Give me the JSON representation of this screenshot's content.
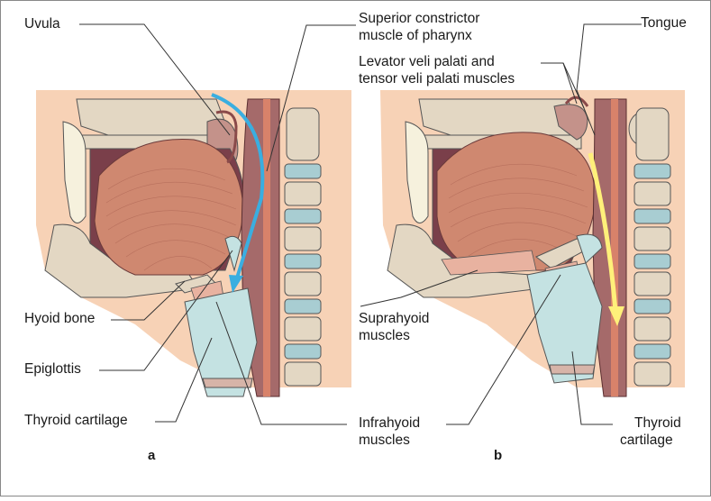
{
  "labels": {
    "uvula": "Uvula",
    "superior_constrictor_line1": "Superior constrictor",
    "superior_constrictor_line2": "muscle of pharynx",
    "tongue": "Tongue",
    "levator_line1": "Levator veli palati and",
    "levator_line2": "tensor veli palati muscles",
    "hyoid_bone": "Hyoid bone",
    "epiglottis": "Epiglottis",
    "thyroid_cartilage_a": "Thyroid cartilage",
    "suprahyoid_line1": "Suprahyoid",
    "suprahyoid_line2": "muscles",
    "infrahyoid_line1": "Infrahyoid",
    "infrahyoid_line2": "muscles",
    "thyroid_b_line1": "Thyroid",
    "thyroid_b_line2": "cartilage"
  },
  "panels": {
    "a": "a",
    "b": "b"
  },
  "colors": {
    "skin": "#f7d2b6",
    "bone": "#e3d7c3",
    "tooth": "#f6f1dd",
    "pharynx_wall": "#a56a6a",
    "muscle": "#d47865",
    "tongue": "#cf8870",
    "soft_palate": "#c4928a",
    "cartilage": "#c4e2e2",
    "vertebra_disc": "#a8cdd2",
    "airway_arrow_a": "#3aaee0",
    "food_arrow_b": "#fff07a"
  },
  "icons": [
    "blue-arrow-icon",
    "yellow-arrow-icon"
  ]
}
